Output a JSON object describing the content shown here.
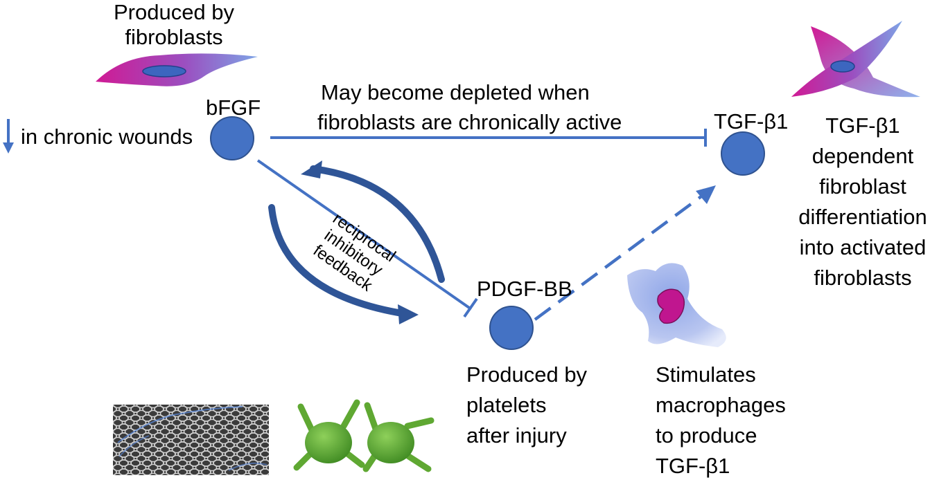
{
  "nodes": {
    "bfgf": {
      "label": "bFGF"
    },
    "tgf": {
      "label": "TGF-β1"
    },
    "pdgf": {
      "label": "PDGF-BB"
    }
  },
  "annotations": {
    "produced_by_fibroblasts": "Produced by\nfibroblasts",
    "chronic_wounds": "in chronic wounds",
    "depleted_line1": "May become depleted when",
    "depleted_line2": "fibroblasts are chronically active",
    "tgf_outcome": "TGF-β1\ndependent\nfibroblast\ndifferentiation\ninto activated\nfibroblasts",
    "feedback": "reciprocal\ninhibitory\nfeedback",
    "produced_by_platelets": "Produced by\nplatelets\nafter injury",
    "stimulates_macrophages": "Stimulates\nmacrophages\nto produce\nTGF-β1"
  },
  "icons": {
    "down_arrow": "down-arrow-icon",
    "fibroblast": "fibroblast-icon",
    "activated_fibroblast": "activated-fibroblast-icon",
    "macrophage": "macrophage-icon",
    "scaffold": "scaffold-mesh-icon",
    "platelets": "platelet-icon"
  },
  "colors": {
    "node_fill": "#4472c4",
    "connector": "#4472c4",
    "feedback_arrow": "#2f5597",
    "cell_magenta": "#c0168f",
    "cell_blue": "#6f8fd8",
    "platelet_green": "#5fa832"
  }
}
